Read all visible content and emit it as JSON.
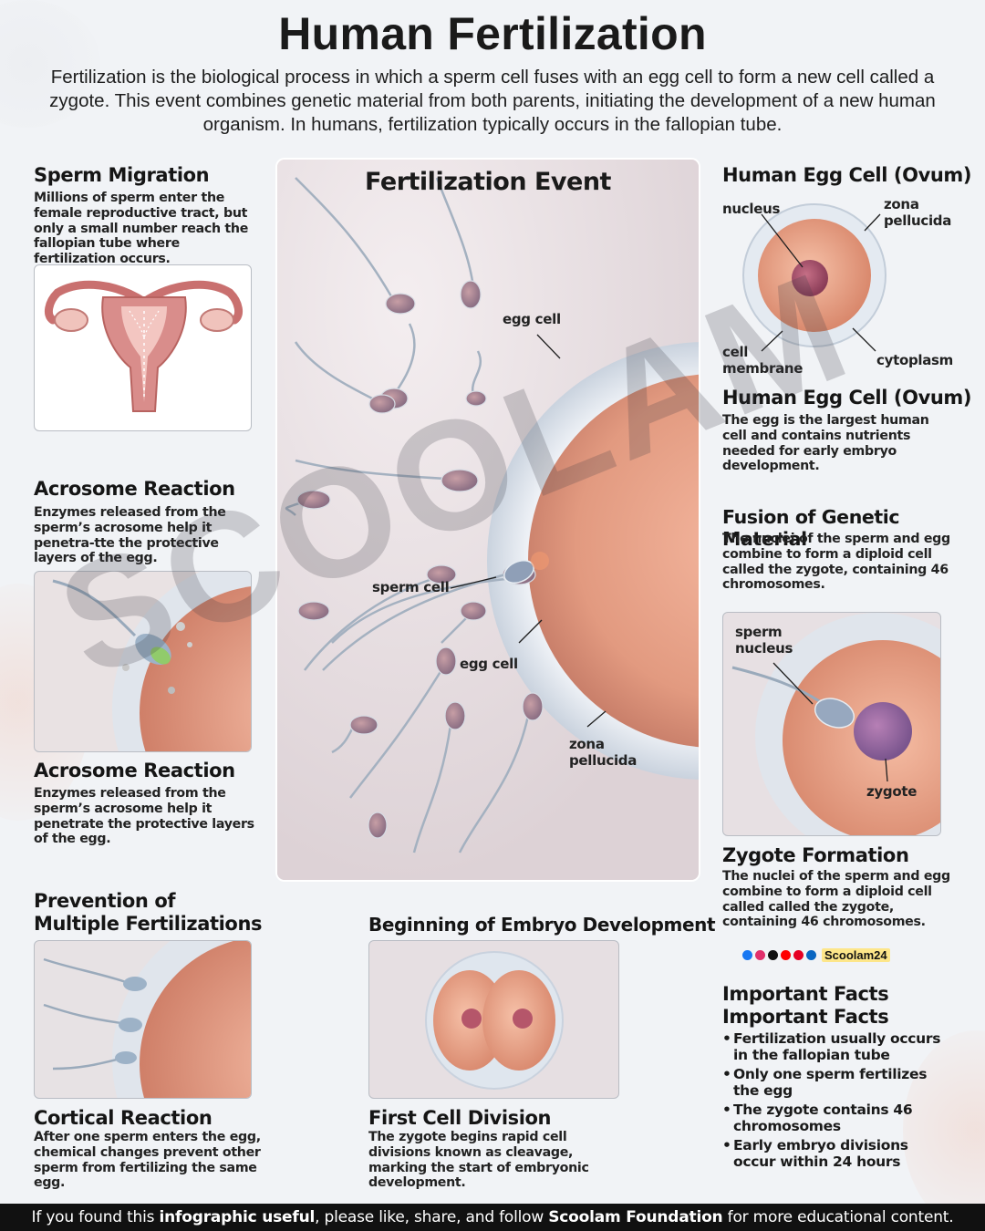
{
  "title": "Human Fertilization",
  "intro": "Fertilization is the biological process in which a sperm cell fuses with an egg cell to form a new cell called a zygote. This event combines genetic material from both parents, initiating the development of a new human organism. In humans, fertilization typically occurs in the fallopian tube.",
  "watermark": "SCOOLAM",
  "left": {
    "migration_title": "Sperm Migration",
    "migration_text": "Millions of sperm enter the female reproductive tract, but only a small number reach the fallopian tube where fertilization occurs.",
    "acrosome_title": "Acrosome Reaction",
    "acrosome_text": "Enzymes released from the sperm’s acrosome help it penetra-tte the protective layers of the egg.",
    "acrosome_title2": "Acrosome Reaction",
    "acrosome_text2": "Enzymes released from the sperm’s acrosome help it penetrate the protective layers of the egg.",
    "prevention_title_1": "Prevention of",
    "prevention_title_2": "Multiple Fertilizations",
    "cortical_title": "Cortical Reaction",
    "cortical_text": "After one sperm enters the egg, chemical changes prevent other sperm from fertilizing the same egg."
  },
  "center": {
    "panel_title": "Fertilization Event",
    "label_egg_cell_1": "egg cell",
    "label_sperm_cell": "sperm cell",
    "label_egg_cell_2": "egg cell",
    "label_zona_1": "zona",
    "label_zona_2": "pellucida",
    "embryo_title": "Beginning of Embryo Development",
    "division_title": "First Cell Division",
    "division_text": "The zygote begins rapid cell divisions known as cleavage, marking the start of embryonic development."
  },
  "right": {
    "ovum_title": "Human Egg Cell (Ovum)",
    "label_nucleus": "nucleus",
    "label_zona_1": "zona",
    "label_zona_2": "pellucida",
    "label_cell_1": "cell",
    "label_cell_2": "membrane",
    "label_cytoplasm": "cytoplasm",
    "ovum_title2": "Human Egg Cell (Ovum)",
    "ovum_text": "The egg is the largest human cell and contains nutrients needed for early embryo development.",
    "fusion_title": "Fusion of Genetic Material",
    "fusion_text": "The nuclei of the sperm and egg combine to form a diploid cell called the zygote, containing 46 chromosomes.",
    "label_sperm_1": "sperm",
    "label_sperm_2": "nucleus",
    "label_zygote": "zygote",
    "zygote_title": "Zygote Formation",
    "zygote_text": "The nuclei of the sperm and egg combine to form a diploid cell called called the zygote, containing 46 chromosomes.",
    "brand": "Scoolam24",
    "facts_title_1": "Important Facts",
    "facts_title_2": "Important Facts",
    "facts": [
      "Fertilization usually occurs in the fallopian tube",
      "Only one sperm fertilizes the egg",
      "The zygote contains 46 chromosomes",
      "Early embryo divisions occur within 24 hours"
    ]
  },
  "footer": {
    "part1": "If you found this ",
    "bold1": "infographic useful",
    "part2": ", please like, share, and follow ",
    "bold2": "Scoolam Foundation",
    "part3": " for more educational content."
  },
  "colors": {
    "egg": "#e8a78f",
    "egg_dark": "#c9775f",
    "zona": "#dfe6ee",
    "nucleus": "#a8506b",
    "uterus": "#d78a88",
    "background": "#f1f3f6"
  }
}
